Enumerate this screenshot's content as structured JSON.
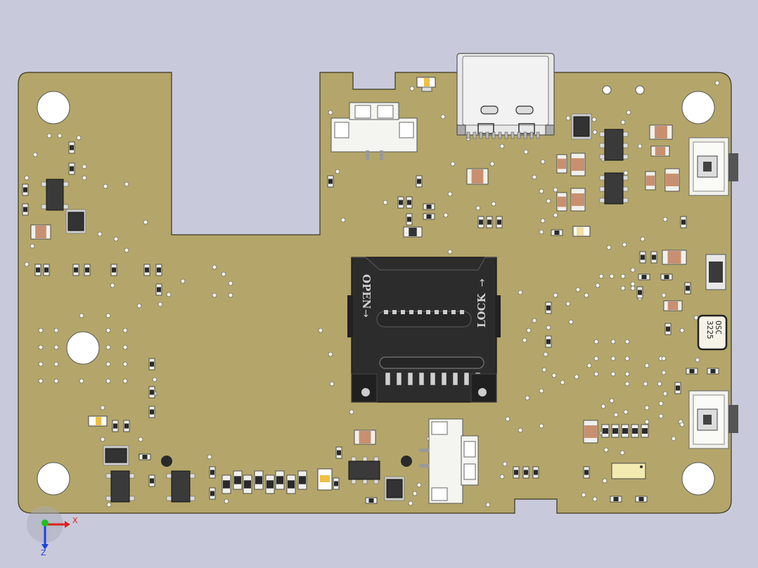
{
  "viewport": {
    "background": "#c8cadc"
  },
  "colors": {
    "board": "#b4a66a",
    "board_edge": "#3a3520",
    "hole": "#ffffff",
    "component_dark": "#2e2e2e",
    "pad": "#d8d8d0",
    "connector": "#f0f0ec",
    "silver": "#dcdcdc",
    "axis_x": "#e02020",
    "axis_y": "#20c020",
    "axis_z": "#2040e0"
  },
  "sd_card": {
    "open_label": "OPEN",
    "lock_label": "LOCK"
  },
  "oscillator": {
    "line1": "3225",
    "line2": "OSC"
  },
  "axes": {
    "x_label": "X",
    "z_label": "Z"
  },
  "icons": {
    "triad": "axis-triad-icon",
    "sd_arrow": "arrow-icon"
  }
}
